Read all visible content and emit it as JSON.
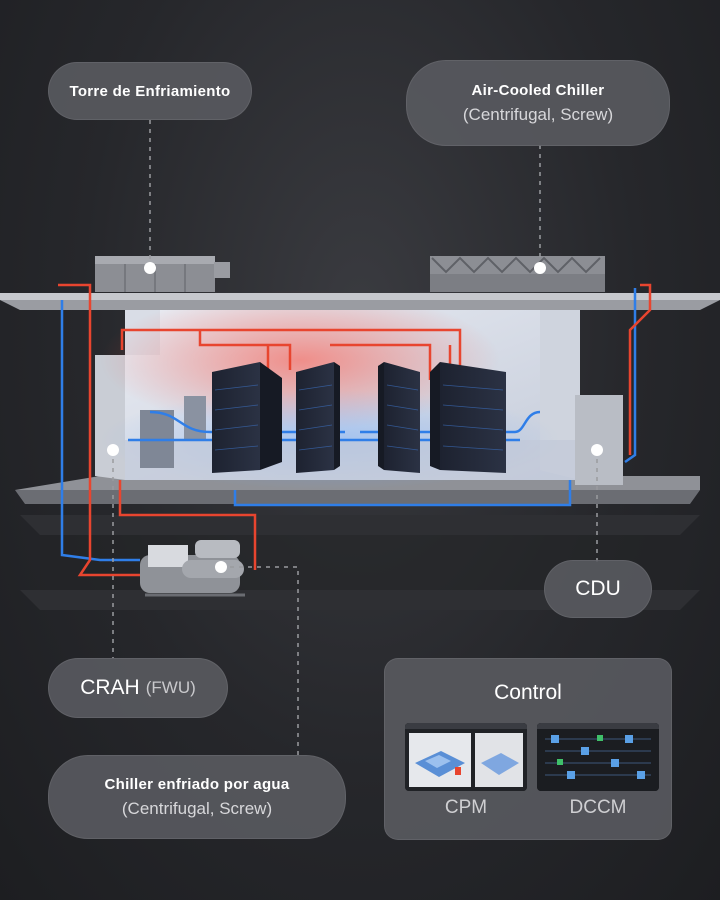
{
  "labels": {
    "cooling_tower": "Torre de Enfriamiento",
    "air_chiller_title": "Air-Cooled Chiller",
    "air_chiller_sub": "(Centrifugal, Screw)",
    "cdu": "CDU",
    "crah_main": "CRAH",
    "crah_paren": "(FWU)",
    "water_chiller_title": "Chiller enfriado por agua",
    "water_chiller_sub": "(Centrifugal, Screw)"
  },
  "control": {
    "title": "Control",
    "items": [
      {
        "label": "CPM"
      },
      {
        "label": "DCCM"
      }
    ]
  },
  "colors": {
    "hot_pipe": "#e8452f",
    "cold_pipe": "#2f7ee8",
    "pill_bg": "#58595e"
  }
}
